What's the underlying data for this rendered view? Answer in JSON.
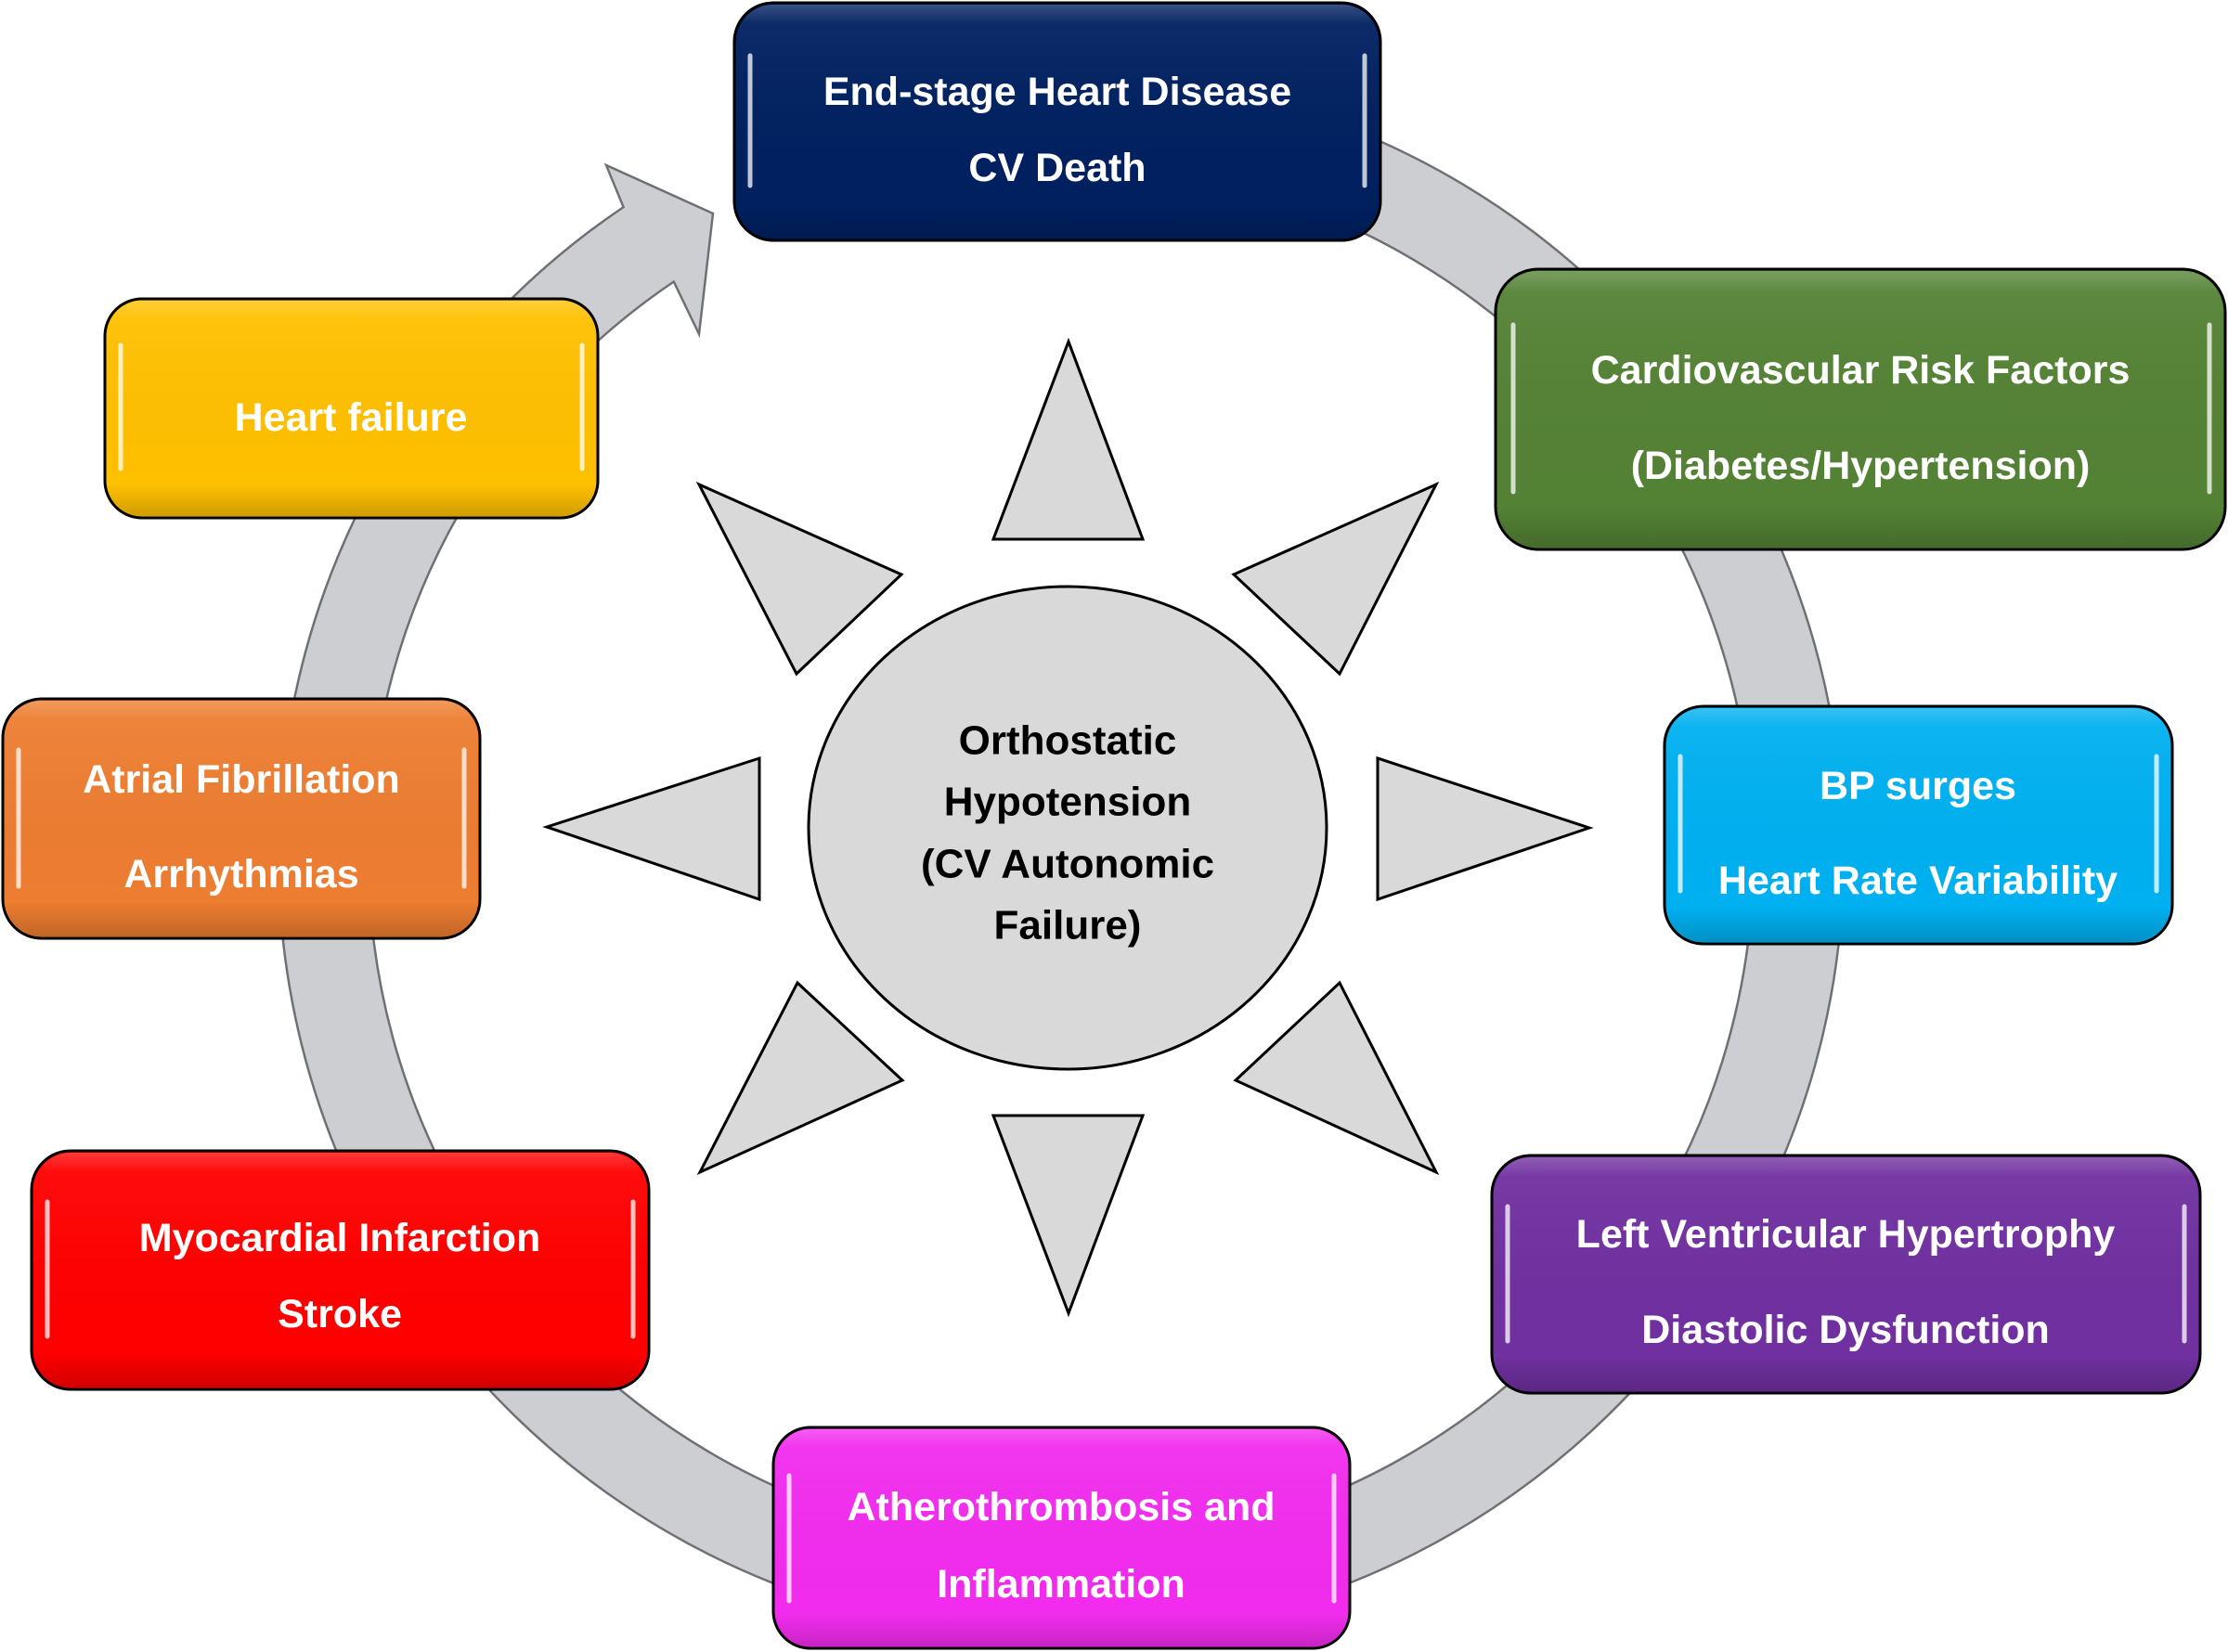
{
  "diagram": {
    "center": {
      "lines": [
        "Orthostatic",
        "Hypotension",
        "(CV Autonomic",
        "Failure)"
      ],
      "fill": "#D9D9D9",
      "text_color": "#000000"
    },
    "ring_color": "#CDCED2",
    "ray_color": "#D9D9D9",
    "nodes": [
      {
        "id": "end-stage-heart-disease",
        "lines": [
          "End-stage Heart Disease",
          "CV Death"
        ],
        "color": "#002060"
      },
      {
        "id": "cardiovascular-risk-factors",
        "lines": [
          "Cardiovascular Risk Factors",
          "(Diabetes/Hypertension)"
        ],
        "color": "#548235"
      },
      {
        "id": "bp-surges",
        "lines": [
          "BP surges",
          "Heart Rate Variability"
        ],
        "color": "#00B0F0"
      },
      {
        "id": "left-ventricular-hypertrophy",
        "lines": [
          "Left Ventricular Hypertrophy",
          "Diastolic Dysfunction"
        ],
        "color": "#7030A0"
      },
      {
        "id": "atherothrombosis",
        "lines": [
          "Atherothrombosis and",
          "Inflammation"
        ],
        "color": "#F22CEE"
      },
      {
        "id": "myocardial-infarction",
        "lines": [
          "Myocardial Infarction",
          "Stroke"
        ],
        "color": "#FF0000"
      },
      {
        "id": "atrial-fibrillation",
        "lines": [
          "Atrial Fibrillation",
          "Arrhythmias"
        ],
        "color": "#ED7D31"
      },
      {
        "id": "heart-failure",
        "lines": [
          "Heart failure"
        ],
        "color": "#FFC000"
      }
    ],
    "flow_direction": "clockwise"
  }
}
